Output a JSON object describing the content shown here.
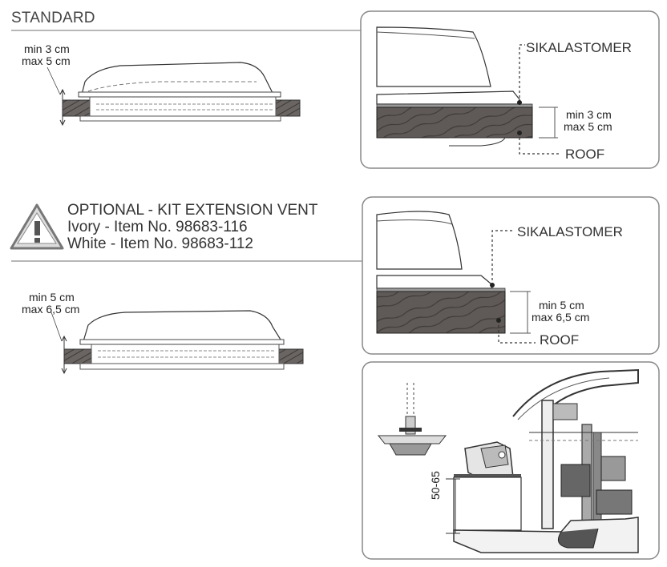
{
  "standard": {
    "title": "STANDARD",
    "thickness_min": "min 3 cm",
    "thickness_max": "max 5 cm",
    "detail_sealant": "SIKALASTOMER",
    "detail_min": "min 3 cm",
    "detail_max": "max 5 cm",
    "detail_roof": "ROOF"
  },
  "optional": {
    "warning_icon": "warning-triangle-icon",
    "heading": "OPTIONAL - KIT EXTENSION VENT",
    "ivory": "Ivory - Item No. 98683-116",
    "white": "White - Item No. 98683-112",
    "thickness_min": "min 5 cm",
    "thickness_max": "max 6,5 cm",
    "detail_sealant": "SIKALASTOMER",
    "detail_min": "min 5 cm",
    "detail_max": "max 6,5 cm",
    "detail_roof": "ROOF"
  },
  "cross_section": {
    "dimension_label": "50-65"
  }
}
